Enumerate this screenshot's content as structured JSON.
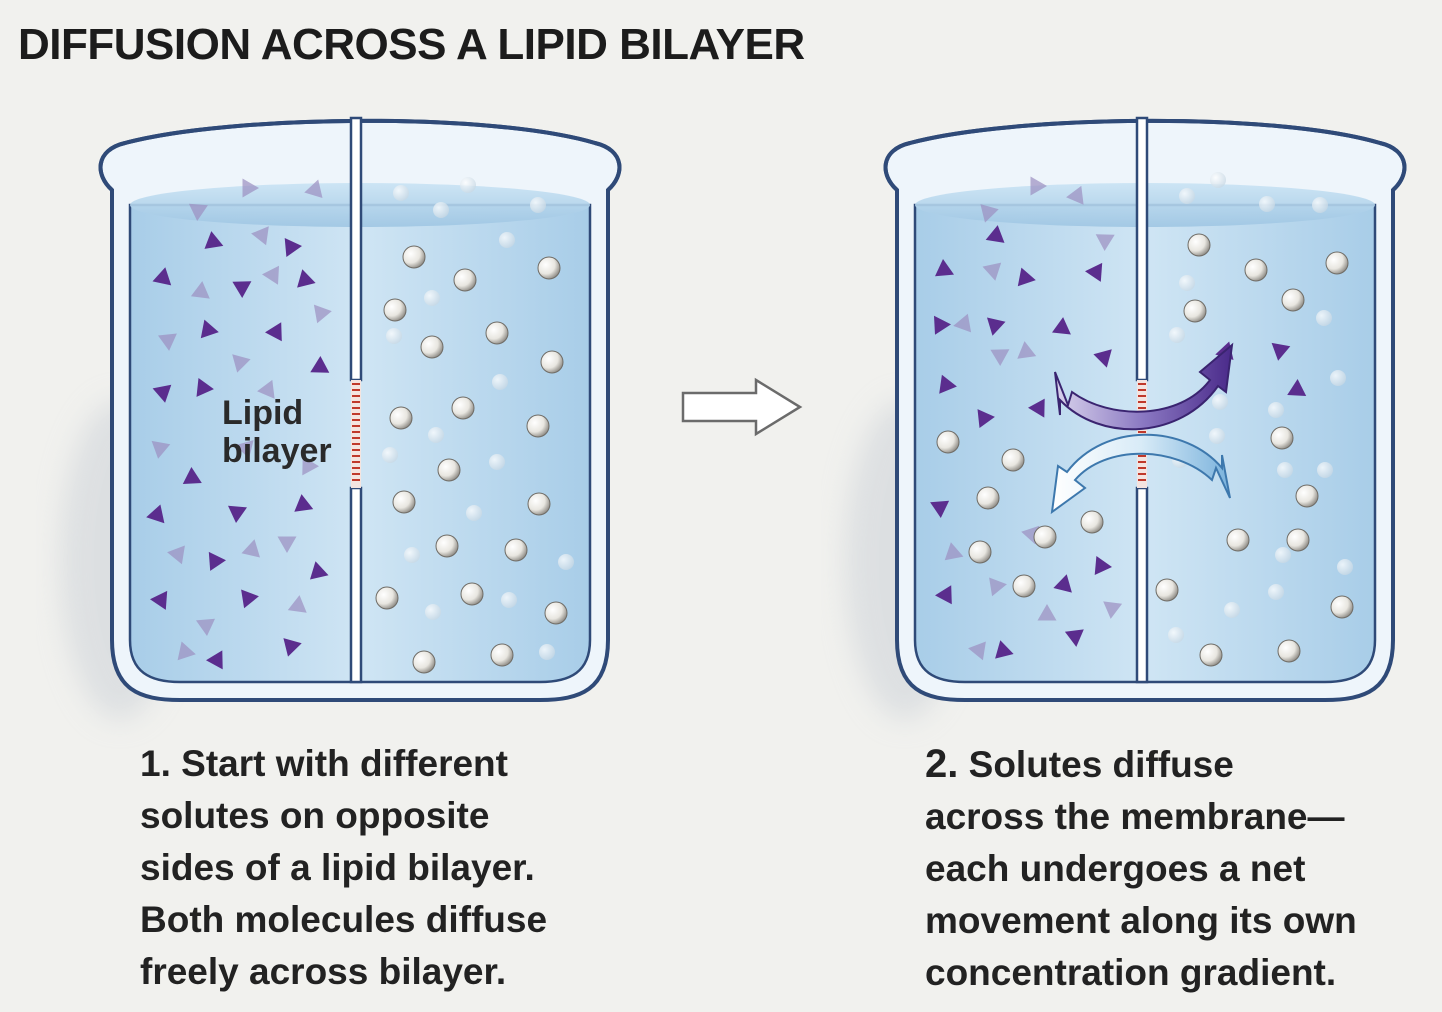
{
  "title": "DIFFUSION ACROSS A LIPID BILAYER",
  "label": {
    "line1": "Lipid",
    "line2": "bilayer"
  },
  "step1": {
    "number": "1.",
    "lines": [
      "Start with different",
      "solutes on opposite",
      "sides of a lipid bilayer.",
      "Both molecules diffuse",
      "freely across bilayer."
    ]
  },
  "step2": {
    "number": "2.",
    "lines": [
      "Solutes diffuse",
      "across the membrane—",
      "each undergoes a net",
      "movement along its own",
      "concentration gradient."
    ]
  },
  "colors": {
    "triangle": "#5b2d8e",
    "triangle_faded": "#9b8fc0",
    "sphere": "#e8e6e0",
    "water": "#b9d9ee",
    "beaker_outline": "#2f4a78",
    "bilayer": "#c0392b",
    "arrow_purple": "#5a3a9a",
    "arrow_blue": "#6fa8d6"
  }
}
